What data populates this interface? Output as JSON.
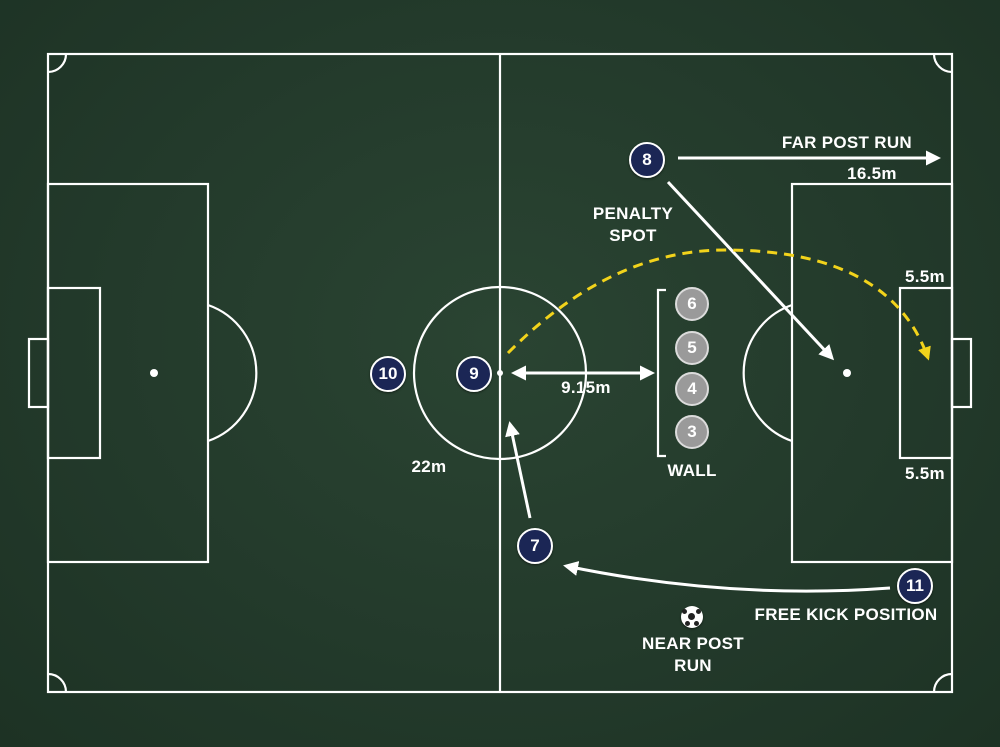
{
  "labels": {
    "far_post_run": "FAR POST RUN",
    "dist_16_5": "16.5m",
    "penalty_spot_1": "PENALTY",
    "penalty_spot_2": "SPOT",
    "dist_5_5_top": "5.5m",
    "dist_9_15": "9.15m",
    "dist_5_5_bottom": "5.5m",
    "dist_22": "22m",
    "wall": "WALL",
    "free_kick_position": "FREE KICK POSITION",
    "near_post_run_1": "NEAR POST",
    "near_post_run_2": "RUN"
  },
  "players": {
    "p8": "8",
    "p9": "9",
    "p10": "10",
    "p7": "7",
    "p11": "11"
  },
  "wall_players": [
    "6",
    "5",
    "4",
    "3"
  ],
  "colors": {
    "pitch": "#233a2b",
    "lines": "#ffffff",
    "player_fill": "#1b2655",
    "wall_fill": "#9a9a9a",
    "cross_path": "#f2d31b"
  },
  "icons": {
    "ball": "soccer-ball-icon"
  }
}
